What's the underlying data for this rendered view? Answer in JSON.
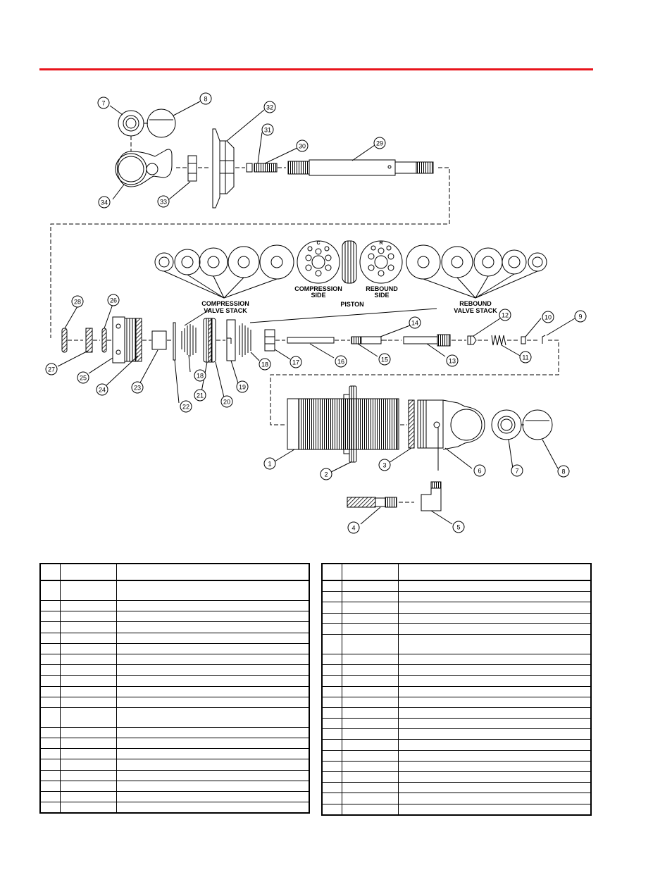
{
  "callouts": [
    "1",
    "2",
    "3",
    "4",
    "5",
    "6",
    "7",
    "8",
    "9",
    "10",
    "11",
    "12",
    "13",
    "14",
    "15",
    "16",
    "17",
    "18",
    "19",
    "20",
    "21",
    "22",
    "23",
    "24",
    "25",
    "26",
    "27",
    "28",
    "29",
    "30",
    "31",
    "32",
    "33",
    "34",
    "7",
    "8",
    "18"
  ],
  "labels": {
    "compression_valve_stack": [
      "COMPRESSION",
      "VALVE STACK"
    ],
    "rebound_valve_stack": [
      "REBOUND",
      "VALVE STACK"
    ],
    "compression_side": [
      "COMPRESSION",
      "SIDE"
    ],
    "rebound_side": [
      "REBOUND",
      "SIDE"
    ],
    "piston": "PISTON",
    "piston_face_c": "C",
    "piston_face_r": "R"
  },
  "tables": {
    "left": {
      "columns": 3,
      "rows": 20,
      "tall_rows": [
        0,
        11
      ]
    },
    "right": {
      "columns": 3,
      "rows": 21,
      "tall_rows": [
        5
      ]
    }
  },
  "colors": {
    "accent_rule": "#e8141b",
    "ink": "#000000"
  }
}
